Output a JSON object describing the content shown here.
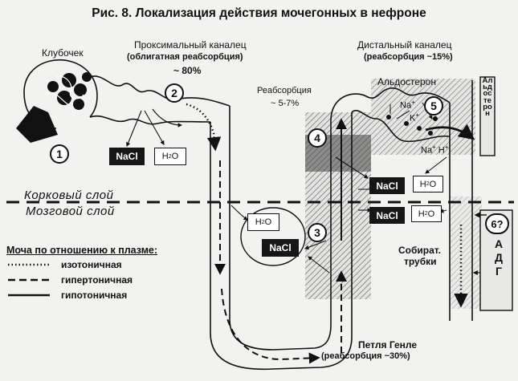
{
  "title": "Рис. 8. Локализация действия мочегонных в нефроне",
  "labels": {
    "glomerulus": "Клубочек",
    "proximal_title": "Проксимальный каналец",
    "proximal_sub": "(облигатная реабсорбция)",
    "proximal_pct": "~ 80%",
    "distal_title": "Дистальный  каналец",
    "distal_sub": "(реабсорбция ~15%)",
    "reabs_title": "Реабсорбция",
    "reabs_pct": "~ 5-7%",
    "aldosterone": "Альдостерон",
    "aldosterone_vert": "Альдостерон",
    "cortex": "Корковый  слой",
    "medulla": "Мозговой слой",
    "collecting_1": "Собират.",
    "collecting_2": "трубки",
    "adh": "АДГ",
    "loop_title": "Петля  Генле",
    "loop_sub": "(реабсорбция ~30%)"
  },
  "ions": {
    "na": "Na",
    "na_h_na": "Na",
    "k": "K",
    "h": "H",
    "sup": "+"
  },
  "boxes": {
    "nacl": "NaCl",
    "water_main": "H",
    "water_sub": "2",
    "water_end": "O"
  },
  "markers": [
    "1",
    "2",
    "3",
    "4",
    "5",
    "6?"
  ],
  "legend": {
    "header": "Моча по отношению к плазме:",
    "items": [
      {
        "label": "изотоничная",
        "style": "dotted"
      },
      {
        "label": "гипертоничная",
        "style": "dashed"
      },
      {
        "label": "гипотоничная",
        "style": "solid"
      }
    ]
  }
}
